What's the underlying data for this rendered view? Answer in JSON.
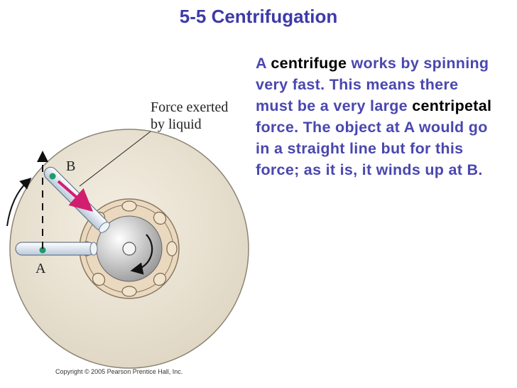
{
  "slide": {
    "title": "5-5 Centrifugation",
    "paragraph": {
      "t1": "A ",
      "t2": "centrifuge",
      "t3": " works by spinning very fast. This means there must be a very large ",
      "t4": "centripetal",
      "t5": " force. The object at A would go in a straight line but for this force; as it is, it winds up at B."
    }
  },
  "figure": {
    "label_force_line1": "Force exerted",
    "label_force_line2": "by liquid",
    "label_b": "B",
    "label_a": "A",
    "colors": {
      "disk_fill": "#ece6d6",
      "disk_stroke": "#8c8474",
      "hub_ring": "#ead8bf",
      "arrow": "#d21e6e",
      "dots": "#1f9a6a",
      "tube": "#dbe6f2"
    }
  },
  "copyright": "Copyright © 2005 Pearson Prentice Hall, Inc."
}
